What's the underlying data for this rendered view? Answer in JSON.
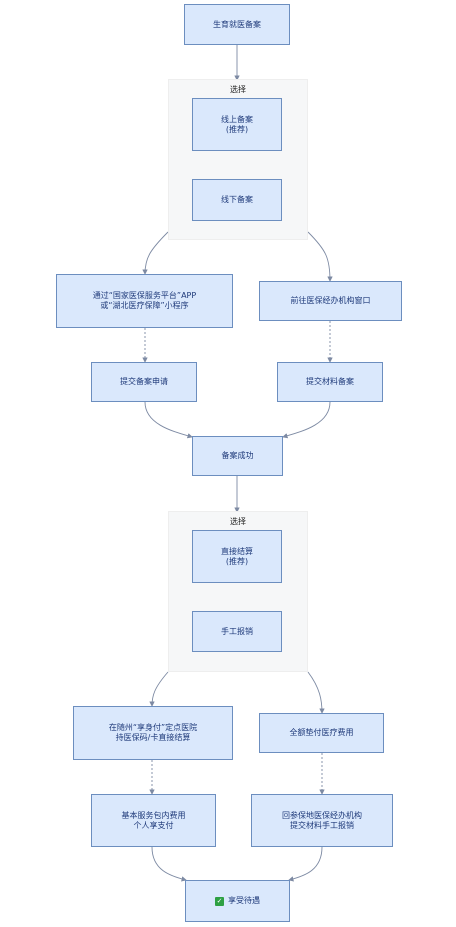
{
  "nodes": {
    "start": "生育就医备案",
    "group1_label": "选择",
    "online_line1": "线上备案",
    "online_line2": "(推荐)",
    "offline": "线下备案",
    "via_app_line1": "通过“国家医保服务平台”APP",
    "via_app_line2": "或“湖北医疗保障”小程序",
    "window": "前往医保经办机构窗口",
    "submit_app": "提交备案申请",
    "submit_material": "提交材料备案",
    "success": "备案成功",
    "group2_label": "选择",
    "direct_line1": "直接结算",
    "direct_line2": "(推荐)",
    "manual": "手工报销",
    "hospital_line1": "在随州“享身付”定点医院",
    "hospital_line2": "持医保码/卡直接结算",
    "prepay": "全额垫付医疗费用",
    "basic_line1": "基本服务包内费用",
    "basic_line2": "个人享支付",
    "return_line1": "回参保地医保经办机构",
    "return_line2": "提交材料手工报销",
    "enjoy": "享受待遇"
  },
  "icons": {
    "enjoy_icon": "check-mark-icon"
  },
  "colors": {
    "node_fill": "#dae8fc",
    "node_border": "#6c8ebf",
    "group_fill": "#f6f7f8",
    "edge": "#7d8aa3",
    "check": "#2ea043"
  }
}
